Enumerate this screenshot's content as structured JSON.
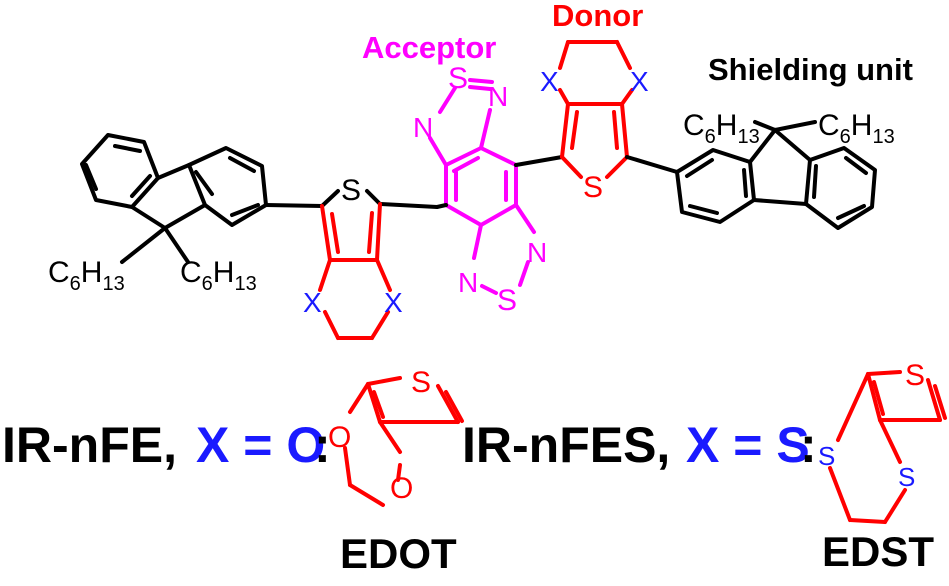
{
  "labels": {
    "acceptor": "Acceptor",
    "donor": "Donor",
    "shielding": "Shielding unit"
  },
  "atoms": {
    "S": "S",
    "N": "N",
    "X": "X",
    "O": "O",
    "C": "C",
    "H": "H",
    "six": "6",
    "thirteen": "13"
  },
  "caption": {
    "ir_nfe": "IR-nFE,",
    "x_o": "X = O",
    "colon": ":",
    "ir_nfes": "IR-nFES,",
    "x_s": "X = S",
    "edot": "EDOT",
    "edst": "EDST"
  },
  "colors": {
    "black": "#000000",
    "red": "#ff0000",
    "magenta": "#ff00ff",
    "blue": "#1a1aff"
  }
}
